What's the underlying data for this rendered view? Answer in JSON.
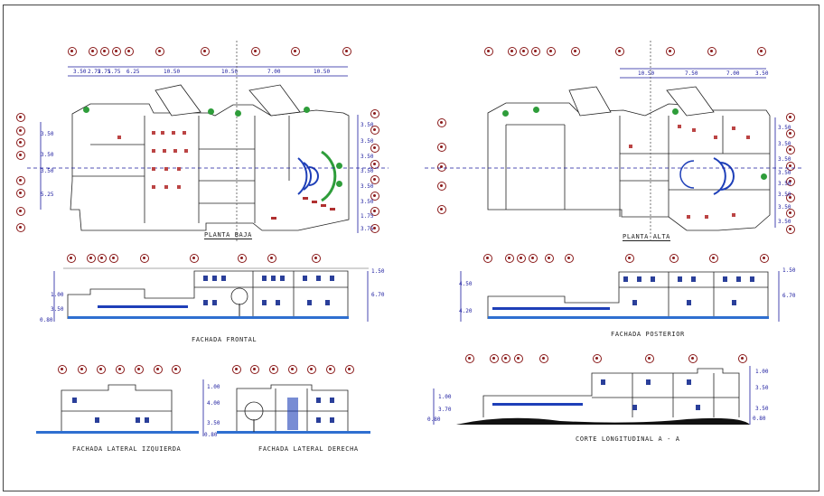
{
  "sheet": {
    "drawings": {
      "planta_baja": {
        "title": "PLANTA BAJA",
        "top_dims": [
          "3.50",
          "2.75",
          "2.75",
          "1.75",
          "6.25",
          "10.50",
          "10.50",
          "7.00",
          "10.50"
        ],
        "left_dims": [
          "3.50",
          "3.50",
          "3.50",
          "5.25"
        ],
        "right_dims": [
          "3.50",
          "3.50",
          "3.50",
          "3.50",
          "3.50",
          "3.50",
          "1.75",
          "3.75"
        ]
      },
      "planta_alta": {
        "title": "PLANTA ALTA",
        "top_dims": [
          "10.50",
          "7.50",
          "7.00",
          "3.50"
        ],
        "right_dims": [
          "3.50",
          "3.50",
          "3.50",
          "3.50",
          "3.50",
          "3.50",
          "3.50",
          "3.50"
        ]
      },
      "fachada_frontal": {
        "title": "FACHADA FRONTAL",
        "dims": [
          "1.00",
          "3.50",
          "0.80",
          "1.50",
          "6.70"
        ]
      },
      "fachada_posterior": {
        "title": "FACHADA POSTERIOR",
        "dims": [
          "4.50",
          "4.20",
          "1.50",
          "6.70"
        ]
      },
      "fachada_lateral_izquierda": {
        "title": "FACHADA LATERAL IZQUIERDA",
        "dims": [
          "1.00",
          "4.00",
          "3.50",
          "0.80"
        ]
      },
      "fachada_lateral_derecha": {
        "title": "FACHADA LATERAL DERECHA"
      },
      "corte": {
        "title": "CORTE LONGITUDINAL  A - A",
        "dims": [
          "1.00",
          "3.70",
          "0.80",
          "1.00",
          "3.50",
          "3.50",
          "0.80"
        ]
      }
    },
    "colors": {
      "axis": "#8a1a1a",
      "dimension": "#1a1a9e",
      "vegetation": "#2e9d3a",
      "glazing": "#1e3fb8",
      "ground": "#2f6fd0",
      "line": "#222222"
    }
  }
}
